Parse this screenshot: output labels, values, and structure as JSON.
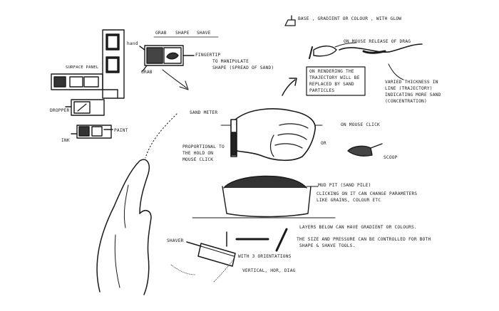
{
  "sketch": {
    "top_note": "BASE , GRADIENT OR COLOUR , WITH GLOW",
    "tool_tabs": [
      "GRAB",
      "SHAPE",
      "SHAVE"
    ],
    "tool_labels": {
      "hand": "hand",
      "grab": "GRAB",
      "fingertip_line1": "FINGERTIP",
      "fingertip_line2": "TO MANIPULATE",
      "fingertip_line3": "SHAPE (SPREAD OF SAND)"
    },
    "left_panel_labels": {
      "surface_panel": "SURFACE PANEL",
      "dropper": "DROPPER",
      "paint": "PAINT",
      "ink": "INK"
    },
    "trajectory": {
      "release_note": "ON MOUSE RELEASE OF DRAG",
      "varied_line1": "VARIED THICKNESS IN",
      "varied_line2": "LINE (TRAJECTORY)",
      "varied_line3": "INDICATING MORE SAND",
      "varied_line4": "(CONCENTRATION)",
      "particles_line1": "ON RENDERING THE",
      "particles_line2": "TRAJECTORY WILL BE",
      "particles_line3": "REPLACED BY SAND",
      "particles_line4": "PARTICLES"
    },
    "meter": {
      "title": "SAND METER",
      "desc_line1": "PROPORTIONAL TO",
      "desc_line2": "THE HOLD ON",
      "desc_line3": "MOUSE CLICK",
      "click": "ON MOUSE CLICK",
      "or": "OR",
      "scoop": "SCOOP"
    },
    "mud_pit": {
      "title": "MUD PIT (SAND PILE)",
      "line1": "CLICKING ON IT CAN CHANGE PARAMETERS",
      "line2": "LIKE GRAINS, COLOUR ETC"
    },
    "layers_note": "LAYERS BELOW CAN HAVE GRADIENT OR COLOURS.",
    "size_note_line1": "THE SIZE AND PRESSURE CAN BE CONTROLLED FOR BOTH",
    "size_note_line2": "SHAPE & SHAVE TOOLS.",
    "shaver": {
      "title": "SHAVER",
      "orientations": "WITH 3 ORIENTATIONS",
      "list": "VERTICAL, HOR, DIAG"
    }
  }
}
